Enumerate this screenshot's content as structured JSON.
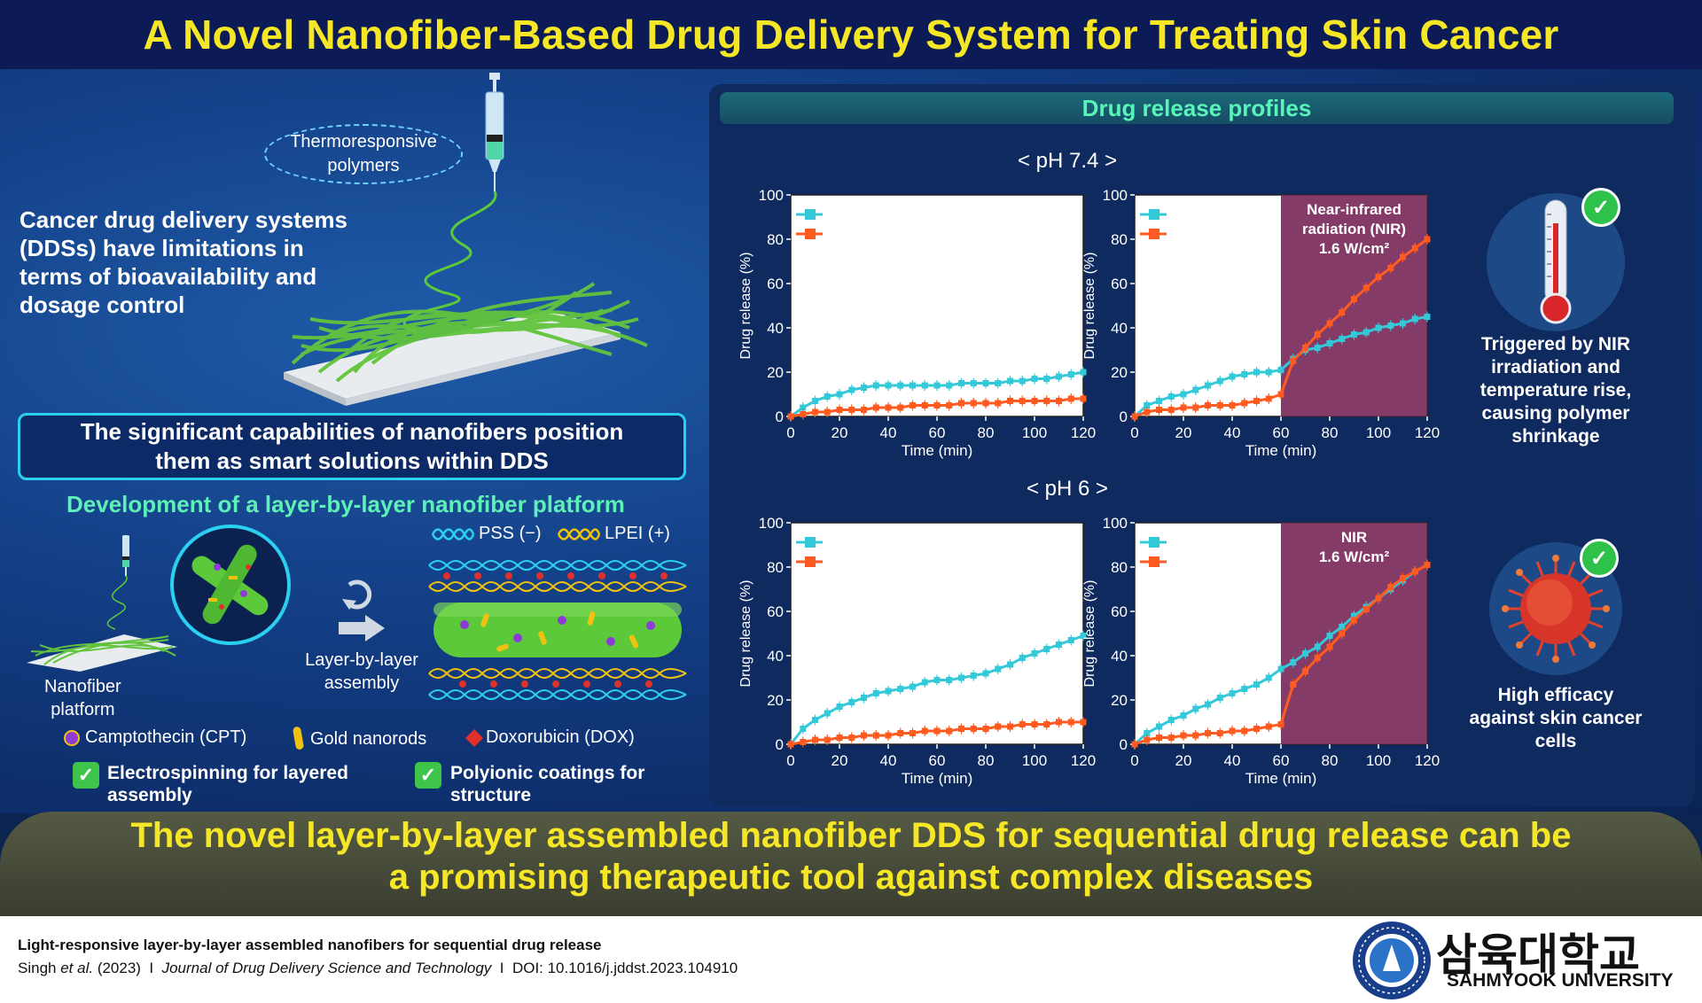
{
  "title": "A Novel Nanofiber-Based Drug Delivery System for Treating Skin Cancer",
  "left": {
    "thermo_label_1": "Thermoresponsive",
    "thermo_label_2": "polymers",
    "intro_lines": [
      "Cancer drug delivery systems",
      "(DDSs) have limitations in",
      "terms of bioavailability and",
      "dosage control"
    ],
    "capabilities_lines": [
      "The significant capabilities of nanofibers position",
      "them as smart solutions within DDS"
    ],
    "development_title": "Development of a layer-by-layer nanofiber platform",
    "pss_label": "PSS (−)",
    "lpei_label": "LPEI (+)",
    "nanofiber_platform_lines": [
      "Nanofiber",
      "platform"
    ],
    "lbl_assembly_lines": [
      "Layer-by-layer",
      "assembly"
    ],
    "legend_cpt": "Camptothecin (CPT)",
    "legend_gold": "Gold nanorods",
    "legend_dox": "Doxorubicin (DOX)",
    "check1_lines": [
      "Electrospinning for layered",
      "assembly"
    ],
    "check2_lines": [
      "Polyionic coatings for",
      "structure"
    ]
  },
  "profiles_title": "Drug release profiles",
  "ph74_label": "< pH 7.4 >",
  "ph6_label": "< pH 6 >",
  "right": {
    "nir_text_lines": [
      "Triggered by NIR",
      "irradiation and",
      "temperature rise,",
      "causing polymer",
      "shrinkage"
    ],
    "efficacy_text_lines": [
      "High efficacy",
      "against skin cancer",
      "cells"
    ]
  },
  "conclusion_lines": [
    "The novel layer-by-layer assembled nanofiber DDS for sequential drug release can be",
    "a promising therapeutic tool against complex diseases"
  ],
  "reference": {
    "title": "Light-responsive layer-by-layer assembled nanofibers for sequential drug release",
    "author": "Singh",
    "etal": "et al.",
    "year": "(2023)",
    "journal": "Journal of Drug Delivery Science and Technology",
    "doi": "DOI: 10.1016/j.jddst.2023.104910",
    "sep": "I"
  },
  "university_korean": "삼육대학교",
  "university_english": "SAHMYOOK UNIVERSITY",
  "colors": {
    "dox": "#34c9d8",
    "cpt": "#ff5a1f",
    "nir_band": "#7a2a5a",
    "title_yellow": "#f5e726"
  },
  "chart_data": [
    {
      "type": "line",
      "ph": "pH 7.4",
      "xlabel": "Time (min)",
      "ylabel": "Drug release (%)",
      "xlim": [
        0,
        120
      ],
      "ylim": [
        0,
        100
      ],
      "xticks": [
        0,
        20,
        40,
        60,
        80,
        100,
        120
      ],
      "yticks": [
        0,
        20,
        40,
        60,
        80,
        100
      ],
      "annotation_lines": [],
      "nir_range": null,
      "series": [
        {
          "name": "DOX",
          "x": [
            0,
            5,
            10,
            15,
            20,
            25,
            30,
            35,
            40,
            45,
            50,
            55,
            60,
            65,
            70,
            75,
            80,
            85,
            90,
            95,
            100,
            105,
            110,
            115,
            120
          ],
          "y": [
            0,
            4,
            7,
            9,
            10,
            12,
            13,
            14,
            14,
            14,
            14,
            14,
            14,
            14,
            15,
            15,
            15,
            15,
            16,
            16,
            17,
            17,
            18,
            19,
            20
          ]
        },
        {
          "name": "CPT",
          "x": [
            0,
            5,
            10,
            15,
            20,
            25,
            30,
            35,
            40,
            45,
            50,
            55,
            60,
            65,
            70,
            75,
            80,
            85,
            90,
            95,
            100,
            105,
            110,
            115,
            120
          ],
          "y": [
            0,
            1,
            2,
            2,
            3,
            3,
            3,
            4,
            4,
            4,
            5,
            5,
            5,
            5,
            6,
            6,
            6,
            6,
            7,
            7,
            7,
            7,
            7,
            8,
            8
          ]
        }
      ]
    },
    {
      "type": "line",
      "ph": "pH 7.4",
      "xlabel": "Time (min)",
      "ylabel": "Drug release (%)",
      "xlim": [
        0,
        120
      ],
      "ylim": [
        0,
        100
      ],
      "xticks": [
        0,
        20,
        40,
        60,
        80,
        100,
        120
      ],
      "yticks": [
        0,
        20,
        40,
        60,
        80,
        100
      ],
      "annotation_lines": [
        "Near-infrared",
        "radiation (NIR)",
        "1.6 W/cm²"
      ],
      "nir_range": [
        60,
        120
      ],
      "series": [
        {
          "name": "DOX",
          "x": [
            0,
            5,
            10,
            15,
            20,
            25,
            30,
            35,
            40,
            45,
            50,
            55,
            60,
            65,
            70,
            75,
            80,
            85,
            90,
            95,
            100,
            105,
            110,
            115,
            120
          ],
          "y": [
            0,
            5,
            7,
            9,
            10,
            12,
            14,
            16,
            18,
            19,
            20,
            20,
            21,
            26,
            30,
            31,
            33,
            35,
            37,
            38,
            40,
            41,
            42,
            44,
            45
          ]
        },
        {
          "name": "CPT",
          "x": [
            0,
            5,
            10,
            15,
            20,
            25,
            30,
            35,
            40,
            45,
            50,
            55,
            60,
            65,
            70,
            75,
            80,
            85,
            90,
            95,
            100,
            105,
            110,
            115,
            120
          ],
          "y": [
            0,
            2,
            3,
            3,
            4,
            4,
            5,
            5,
            5,
            6,
            7,
            8,
            10,
            25,
            31,
            37,
            42,
            47,
            53,
            58,
            63,
            67,
            72,
            76,
            80
          ]
        }
      ]
    },
    {
      "type": "line",
      "ph": "pH 6",
      "xlabel": "Time (min)",
      "ylabel": "Drug release (%)",
      "xlim": [
        0,
        120
      ],
      "ylim": [
        0,
        100
      ],
      "xticks": [
        0,
        20,
        40,
        60,
        80,
        100,
        120
      ],
      "yticks": [
        0,
        20,
        40,
        60,
        80,
        100
      ],
      "annotation_lines": [],
      "nir_range": null,
      "series": [
        {
          "name": "DOX",
          "x": [
            0,
            5,
            10,
            15,
            20,
            25,
            30,
            35,
            40,
            45,
            50,
            55,
            60,
            65,
            70,
            75,
            80,
            85,
            90,
            95,
            100,
            105,
            110,
            115,
            120
          ],
          "y": [
            0,
            7,
            11,
            14,
            17,
            19,
            21,
            23,
            24,
            25,
            26,
            28,
            29,
            29,
            30,
            31,
            32,
            34,
            36,
            39,
            41,
            43,
            45,
            47,
            49
          ]
        },
        {
          "name": "CPT",
          "x": [
            0,
            5,
            10,
            15,
            20,
            25,
            30,
            35,
            40,
            45,
            50,
            55,
            60,
            65,
            70,
            75,
            80,
            85,
            90,
            95,
            100,
            105,
            110,
            115,
            120
          ],
          "y": [
            0,
            1,
            2,
            2,
            3,
            3,
            4,
            4,
            4,
            5,
            5,
            6,
            6,
            6,
            7,
            7,
            7,
            8,
            8,
            9,
            9,
            9,
            10,
            10,
            10
          ]
        }
      ]
    },
    {
      "type": "line",
      "ph": "pH 6",
      "xlabel": "Time (min)",
      "ylabel": "Drug release (%)",
      "xlim": [
        0,
        120
      ],
      "ylim": [
        0,
        100
      ],
      "xticks": [
        0,
        20,
        40,
        60,
        80,
        100,
        120
      ],
      "yticks": [
        0,
        20,
        40,
        60,
        80,
        100
      ],
      "annotation_lines": [
        "NIR",
        "1.6 W/cm²"
      ],
      "nir_range": [
        60,
        120
      ],
      "series": [
        {
          "name": "DOX",
          "x": [
            0,
            5,
            10,
            15,
            20,
            25,
            30,
            35,
            40,
            45,
            50,
            55,
            60,
            65,
            70,
            75,
            80,
            85,
            90,
            95,
            100,
            105,
            110,
            115,
            120
          ],
          "y": [
            0,
            5,
            8,
            11,
            13,
            16,
            18,
            21,
            23,
            25,
            27,
            30,
            34,
            37,
            41,
            44,
            49,
            53,
            58,
            62,
            66,
            70,
            74,
            78,
            81
          ]
        },
        {
          "name": "CPT",
          "x": [
            0,
            5,
            10,
            15,
            20,
            25,
            30,
            35,
            40,
            45,
            50,
            55,
            60,
            65,
            70,
            75,
            80,
            85,
            90,
            95,
            100,
            105,
            110,
            115,
            120
          ],
          "y": [
            0,
            2,
            3,
            3,
            4,
            4,
            5,
            5,
            6,
            6,
            7,
            8,
            9,
            27,
            33,
            39,
            44,
            50,
            56,
            61,
            66,
            71,
            75,
            78,
            81
          ]
        }
      ]
    }
  ]
}
